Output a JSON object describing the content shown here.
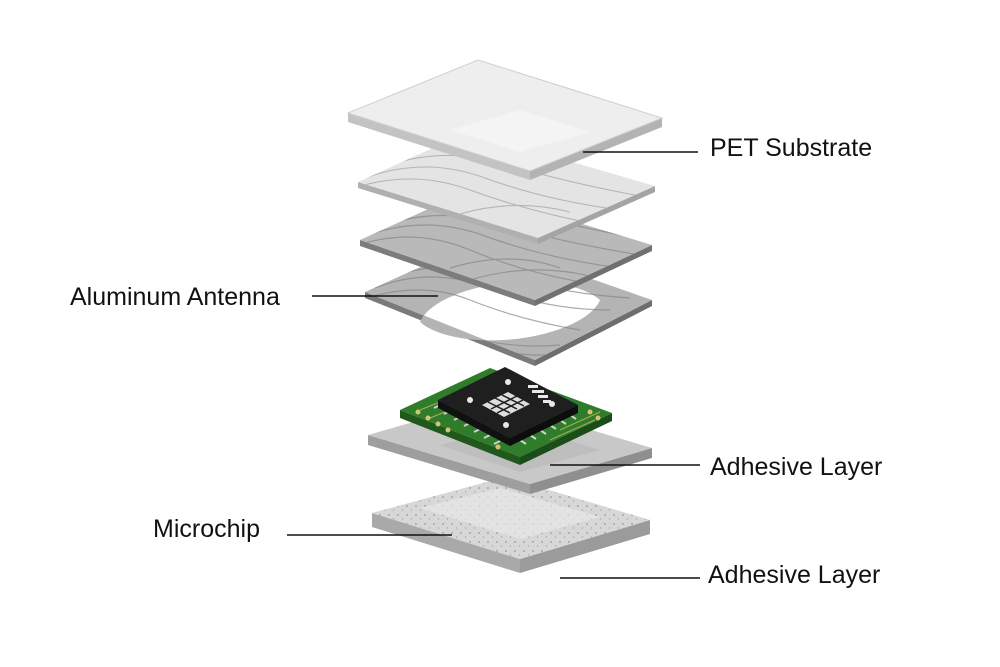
{
  "labels": {
    "pet_substrate": "PET Substrate",
    "aluminum_antenna": "Aluminum Antenna",
    "adhesive_layer_upper": "Adhesive Layer",
    "microchip": "Microchip",
    "adhesive_layer_lower": "Adhesive Layer"
  },
  "colors": {
    "background": "#ffffff",
    "label_text": "#111111",
    "leader_line": "#111111",
    "pcb_green": "#2f7d2a",
    "chip_black": "#1c1c1c",
    "film_gray": "#d9d9d9"
  }
}
